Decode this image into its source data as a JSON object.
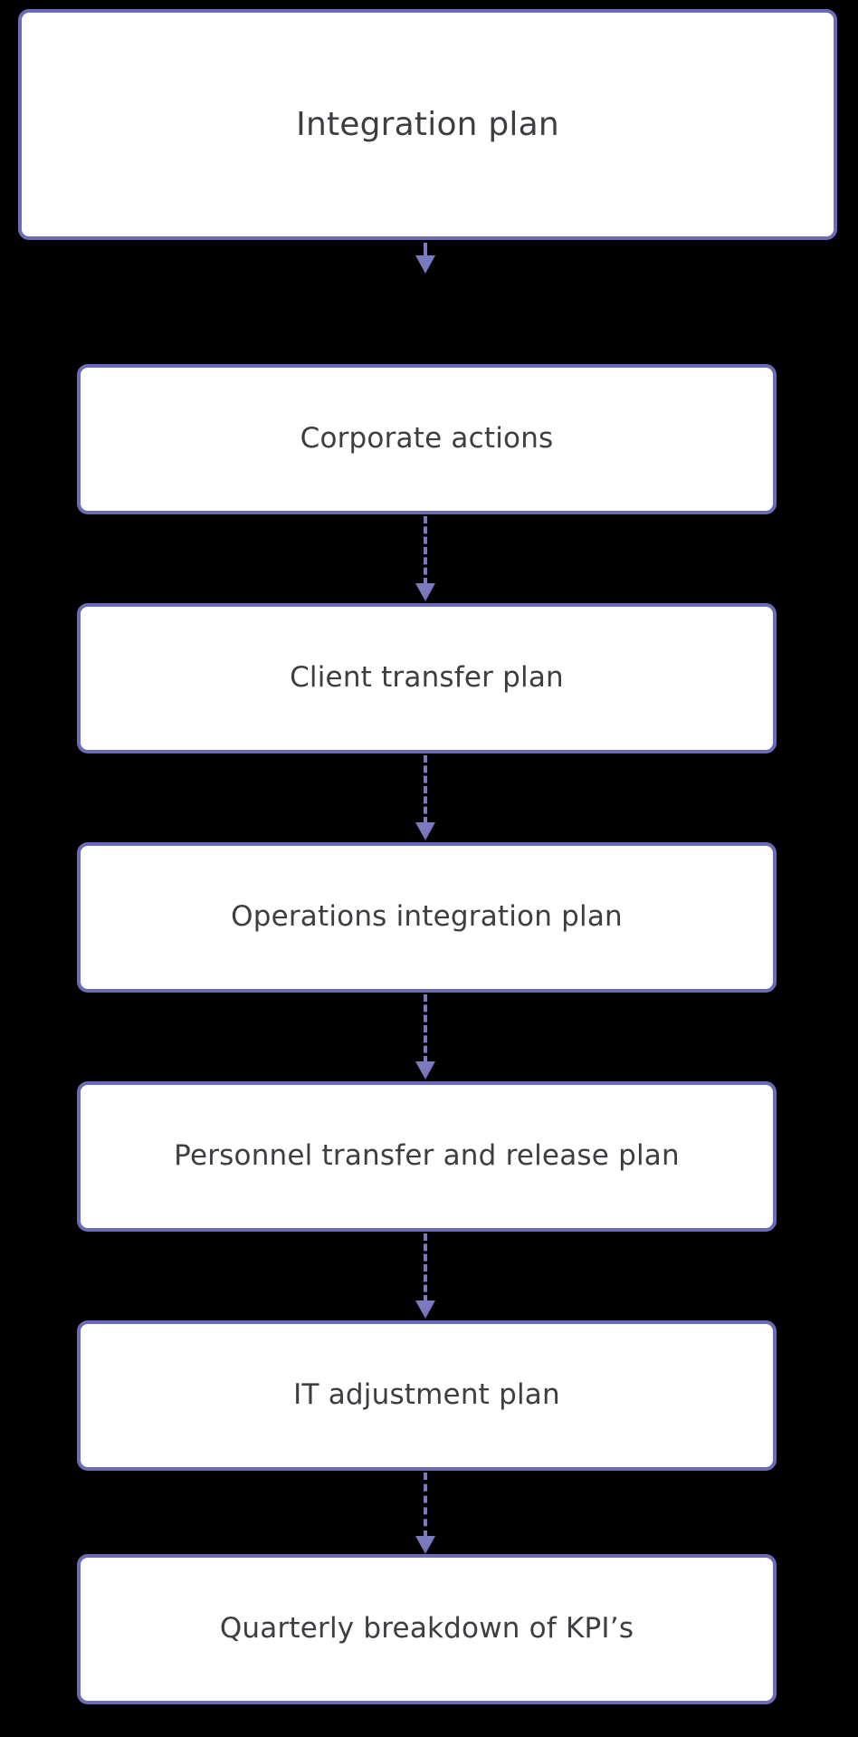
{
  "diagram": {
    "type": "flowchart",
    "orientation": "top-to-bottom",
    "title": "Integration plan",
    "background_color": "#000000",
    "node_fill_color": "#ffffff",
    "node_border_color": "#6b6bb8",
    "node_text_color": "#3d3d42",
    "connector_color": "#7a7abe",
    "connector_style": "dashed-arrow",
    "nodes": [
      {
        "id": "root",
        "label": "Integration plan"
      },
      {
        "id": "step1",
        "label": "Corporate actions"
      },
      {
        "id": "step2",
        "label": "Client transfer plan"
      },
      {
        "id": "step3",
        "label": "Operations integration plan"
      },
      {
        "id": "step4",
        "label": "Personnel transfer and release plan"
      },
      {
        "id": "step5",
        "label": "IT adjustment plan"
      },
      {
        "id": "step6",
        "label": "Quarterly breakdown of KPI’s"
      }
    ],
    "edges": [
      {
        "from": "root",
        "to": "step1"
      },
      {
        "from": "step1",
        "to": "step2"
      },
      {
        "from": "step2",
        "to": "step3"
      },
      {
        "from": "step3",
        "to": "step4"
      },
      {
        "from": "step4",
        "to": "step5"
      },
      {
        "from": "step5",
        "to": "step6"
      }
    ]
  }
}
